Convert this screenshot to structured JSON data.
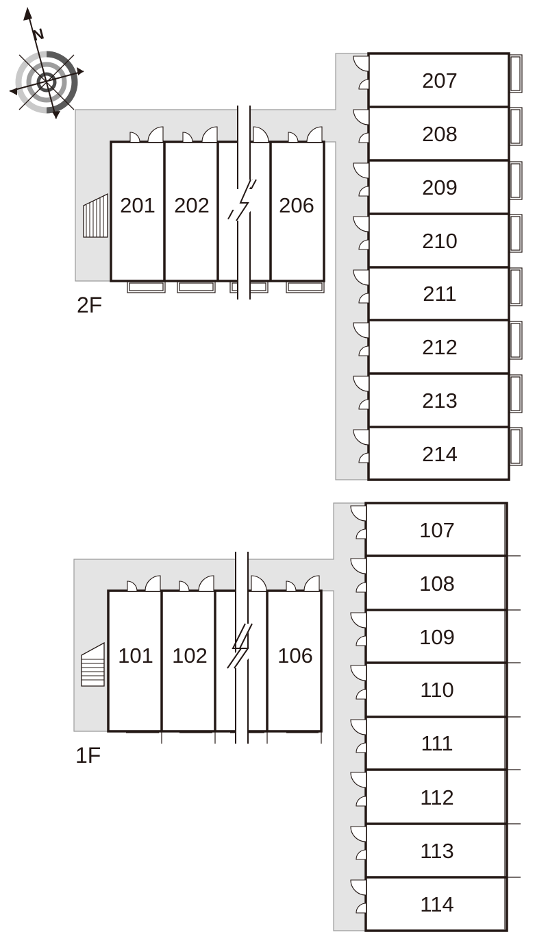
{
  "colors": {
    "corridor": "#e4e4e4",
    "corridor_edge": "#9a9a9a",
    "wall": "#231815",
    "background": "#ffffff"
  },
  "compass": {
    "north_label": "N",
    "icon": "compass-icon"
  },
  "floor2": {
    "label": "2F",
    "rooms_row": [
      "201",
      "202",
      "206"
    ],
    "rooms_column": [
      "207",
      "208",
      "209",
      "210",
      "211",
      "212",
      "213",
      "214"
    ]
  },
  "floor1": {
    "label": "1F",
    "rooms_row": [
      "101",
      "102",
      "106"
    ],
    "rooms_column": [
      "107",
      "108",
      "109",
      "110",
      "111",
      "112",
      "113",
      "114"
    ]
  }
}
